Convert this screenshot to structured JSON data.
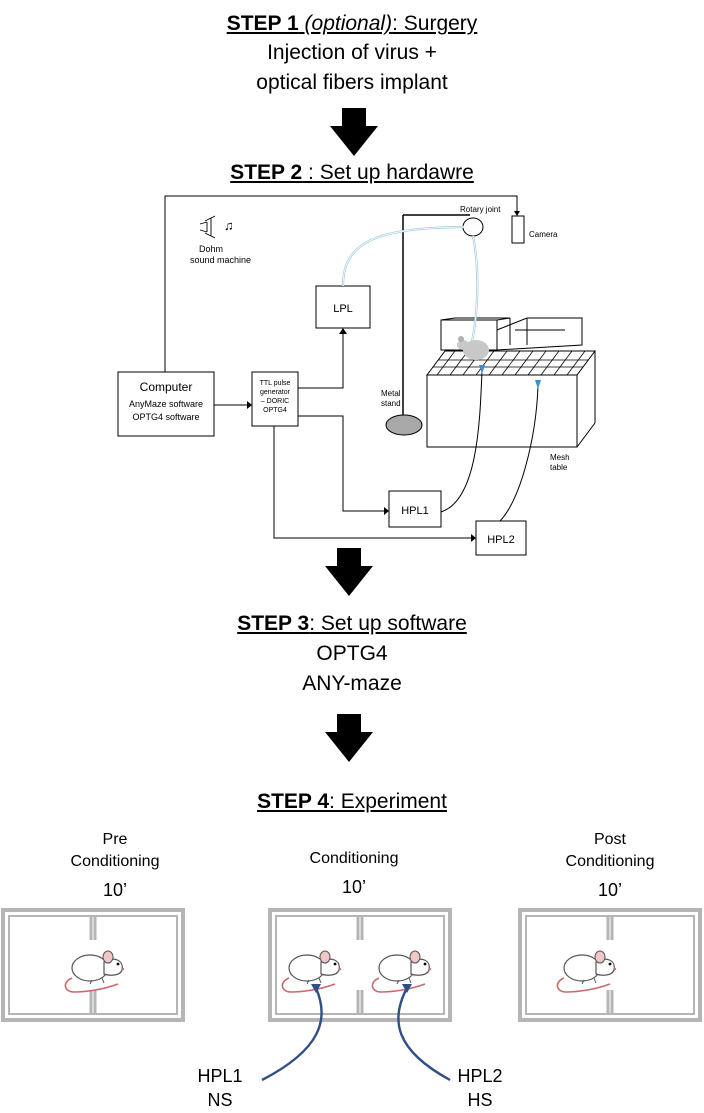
{
  "step1": {
    "num": "STEP 1",
    "opt": "(optional)",
    "name": ": Surgery",
    "line1": "Injection of virus +",
    "line2": "optical fibers implant"
  },
  "step2": {
    "num": "STEP 2",
    "name": " : Set up hardawre",
    "diagram": {
      "computer": "Computer",
      "anymaze_sw": "AnyMaze software",
      "optg4_sw": "OPTG4 software",
      "ttl_1": "TTL pulse",
      "ttl_2": "generator",
      "ttl_3": "– DORIC",
      "ttl_4": "OPTG4",
      "lpl": "LPL",
      "hpl1": "HPL1",
      "hpl2": "HPL2",
      "sound_1": "Dohm",
      "sound_2": "sound machine",
      "rotary": "Rotary joint",
      "camera": "Camera",
      "stand_1": "Metal",
      "stand_2": "stand",
      "mesh_1": "Mesh",
      "mesh_2": "table"
    }
  },
  "step3": {
    "num": "STEP 3",
    "name": ": Set up software",
    "line1": "OPTG4",
    "line2": "ANY-maze"
  },
  "step4": {
    "num": "STEP 4",
    "name": ": Experiment",
    "stages": [
      {
        "line1": "Pre",
        "line2": "Conditioning",
        "time": "10’"
      },
      {
        "line1": "",
        "line2": "Conditioning",
        "time": "10’"
      },
      {
        "line1": "Post",
        "line2": "Conditioning",
        "time": "10’"
      }
    ],
    "hpl_left": {
      "name": "HPL1",
      "stim": "NS"
    },
    "hpl_right": {
      "name": "HPL2",
      "stim": "HS"
    }
  },
  "colors": {
    "fiber": "#2f4f86",
    "light_blue": "#9fcbe0",
    "box": "#b5b5b5"
  }
}
